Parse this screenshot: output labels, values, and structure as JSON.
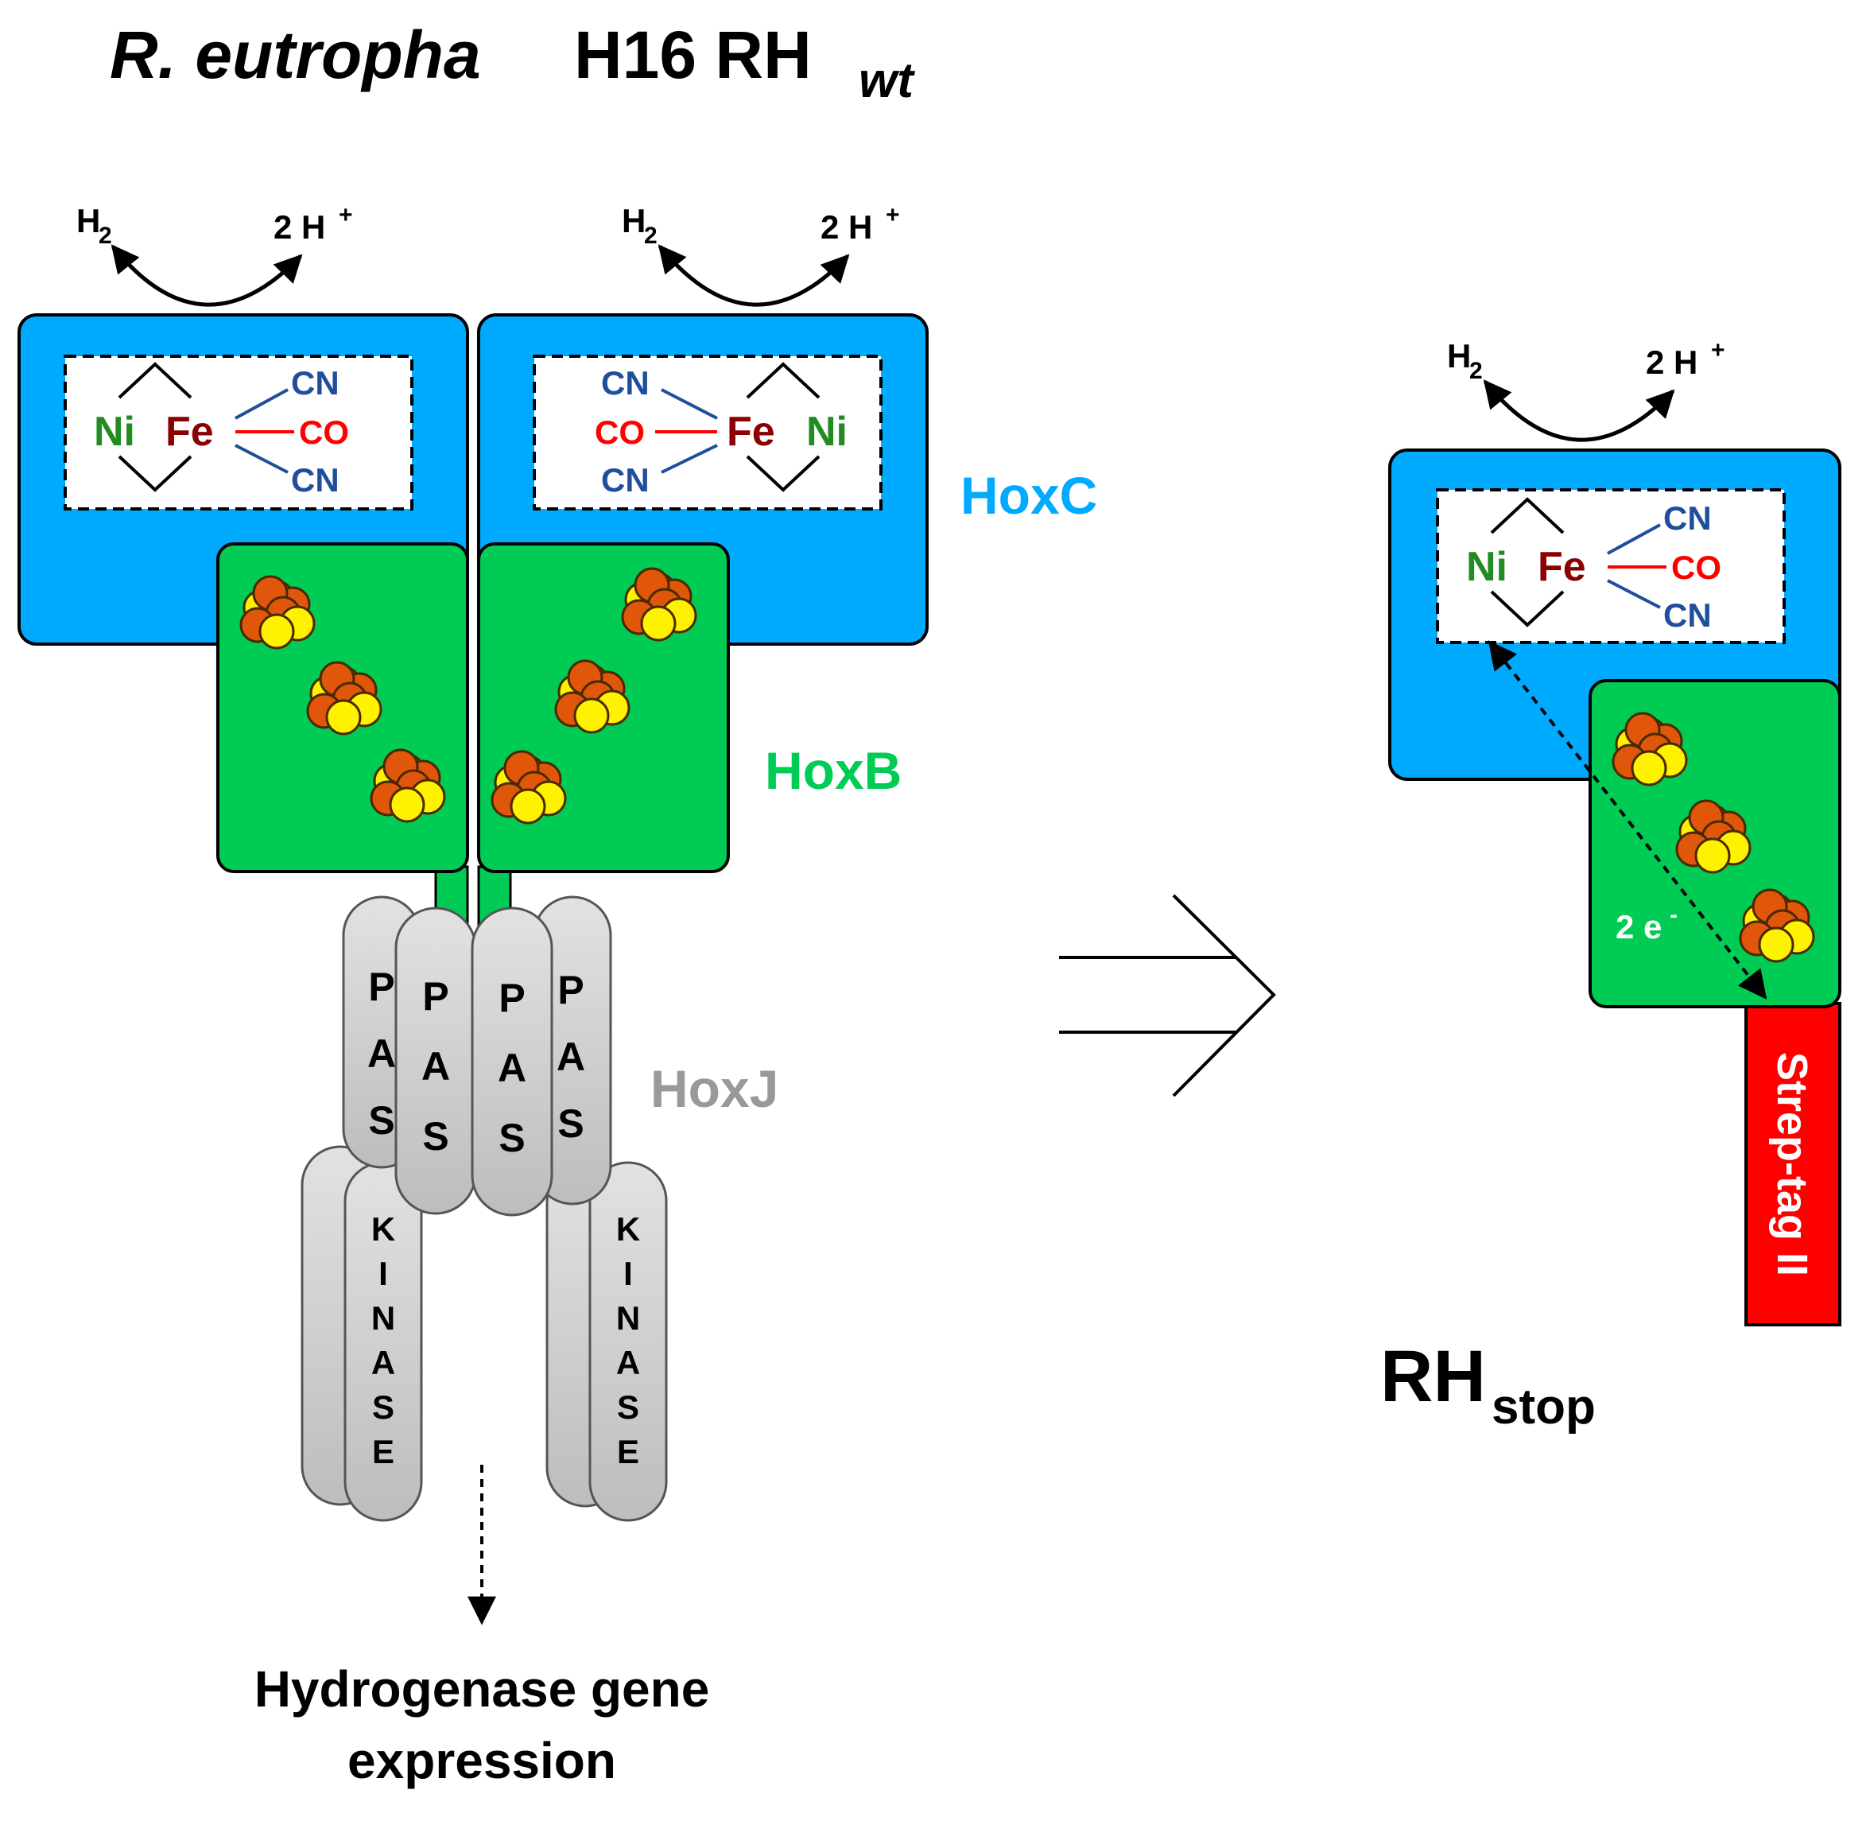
{
  "title": {
    "species": "R. eutropha",
    "strain": "H16 RH",
    "subscript": "wt"
  },
  "reaction": {
    "h2": "H",
    "h2_sub": "2",
    "protons": "2 H",
    "protons_sup": "+"
  },
  "site": {
    "ni": "Ni",
    "fe": "Fe",
    "cn": "CN",
    "co": "CO"
  },
  "labels": {
    "hoxc": "HoxC",
    "hoxb": "HoxB",
    "hoxj": "HoxJ",
    "pas": [
      "P",
      "A",
      "S"
    ],
    "kinase": [
      "K",
      "I",
      "N",
      "A",
      "S",
      "E"
    ],
    "output_line1": "Hydrogenase gene",
    "output_line2": "expression",
    "rhstop_main": "RH",
    "rhstop_sub": "stop",
    "strep_tag": "Strep-tag II",
    "electrons": "2 e",
    "electrons_sup": "-"
  },
  "colors": {
    "hoxc": "#00AAFF",
    "hoxb": "#00CC55",
    "hoxj": "#D3D3D3",
    "strep": "#FF0000",
    "ni": "#228B22",
    "fe": "#8B0000",
    "cn": "#1F4E9C",
    "co": "#FF0000",
    "cluster_fe": "#E0560A",
    "cluster_s": "#FFF200"
  }
}
